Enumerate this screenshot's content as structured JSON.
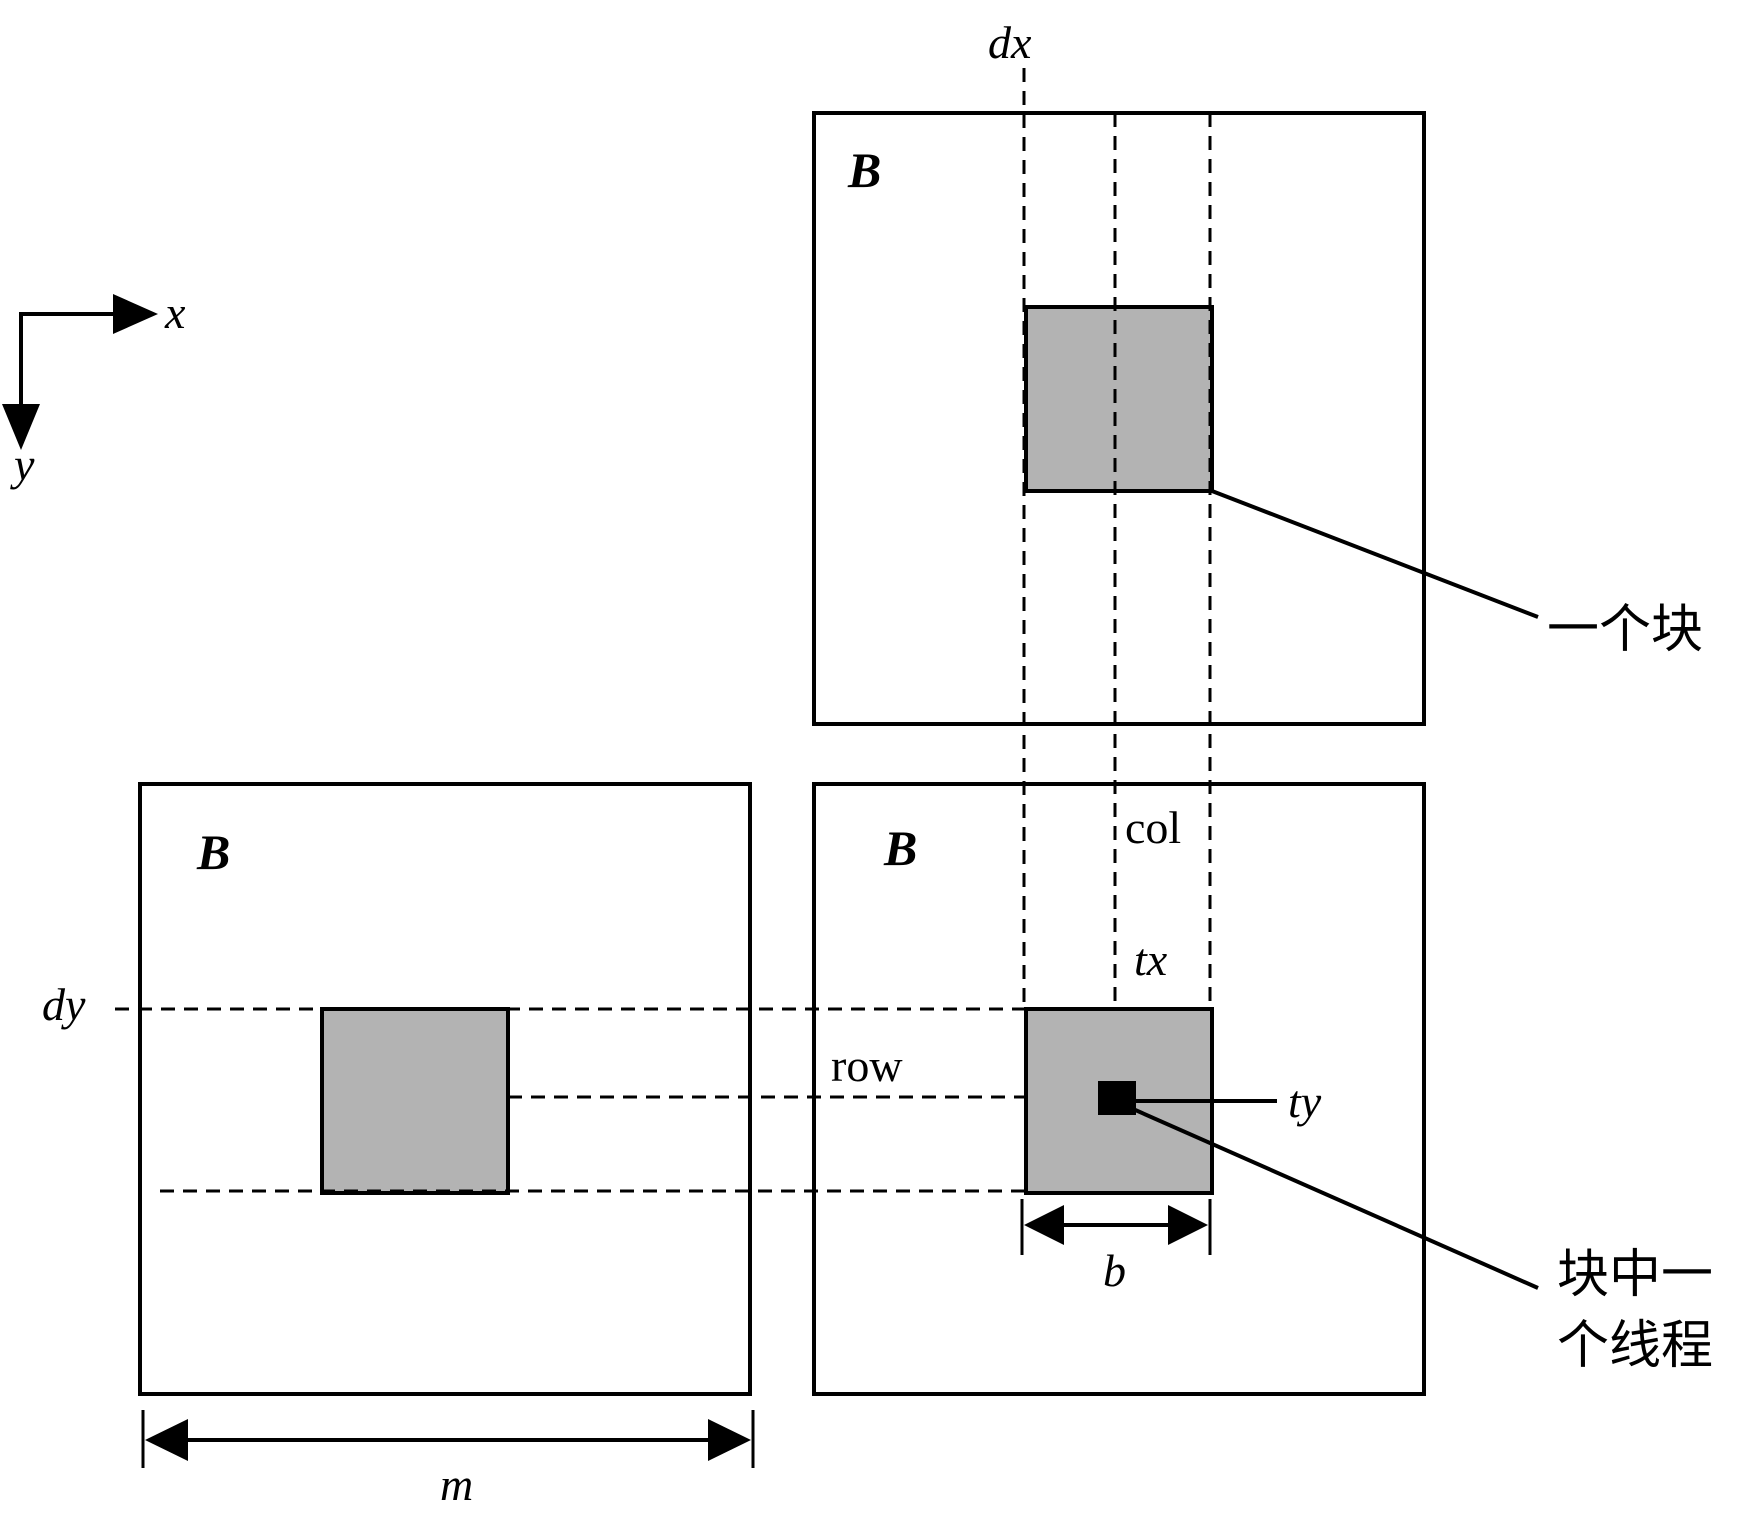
{
  "axes_legend": {
    "x_label": "x",
    "y_label": "y"
  },
  "matrices": {
    "top_right_label": "B",
    "bottom_left_label": "B",
    "bottom_right_label": "B"
  },
  "labels": {
    "dx": "dx",
    "dy": "dy",
    "col": "col",
    "row": "row",
    "tx": "tx",
    "ty": "ty",
    "b": "b",
    "m": "m"
  },
  "annotations": {
    "one_block": "一个块",
    "thread_line1": "块中一",
    "thread_line2": "个线程"
  },
  "colors": {
    "block_fill": "#b3b3b3",
    "stroke": "#000000",
    "background": "#ffffff"
  }
}
